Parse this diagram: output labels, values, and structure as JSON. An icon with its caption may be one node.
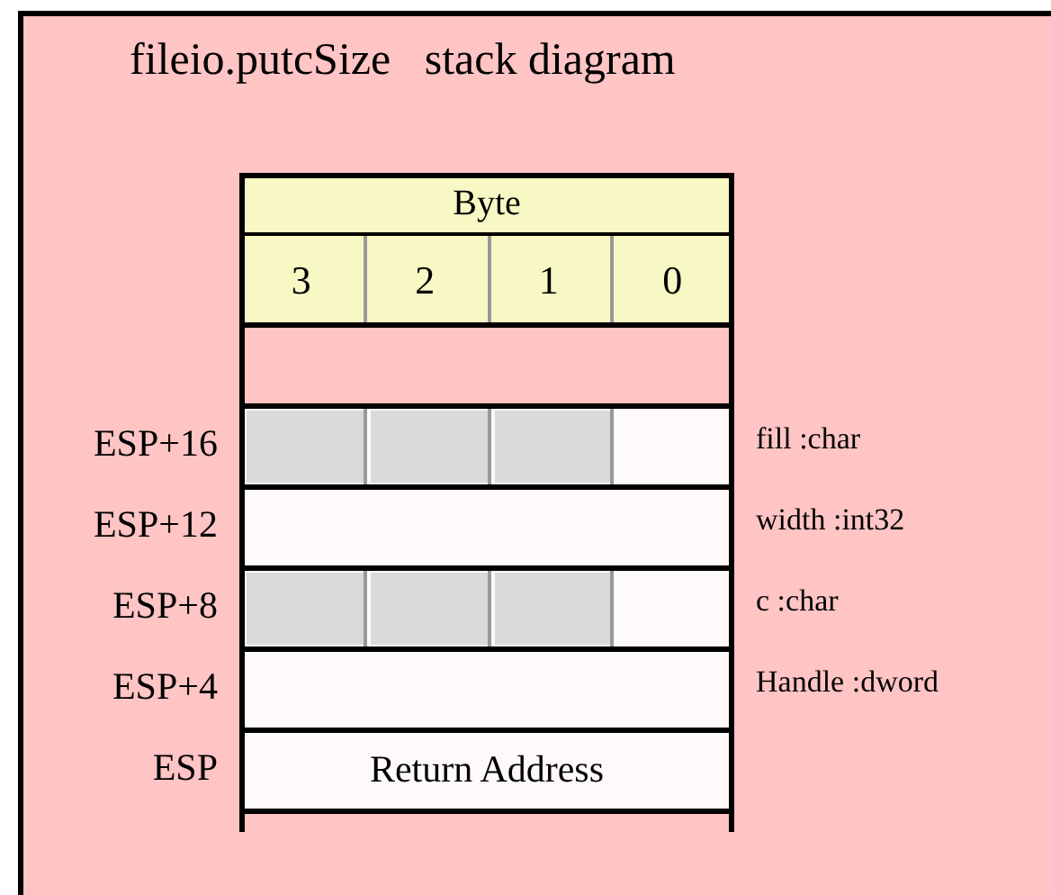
{
  "diagram": {
    "title": "fileio.putcSize   stack diagram",
    "labels": [
      "Byte",
      "3",
      "2",
      "1",
      "0",
      "ESP+16",
      "fill :char",
      "ESP+12",
      "width :int32",
      "ESP+8",
      "c :char",
      "ESP+4",
      "Handle :dword",
      "ESP",
      "Return Address"
    ]
  }
}
